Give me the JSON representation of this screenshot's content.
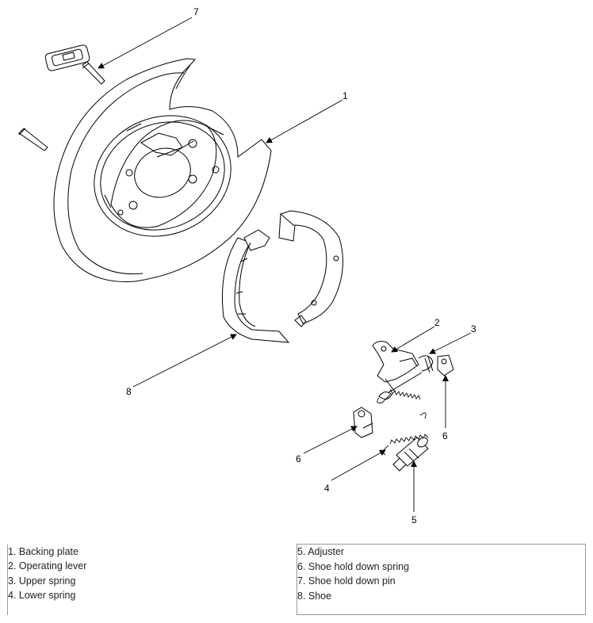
{
  "callouts": {
    "c1": "1",
    "c2": "2",
    "c3": "3",
    "c4": "4",
    "c5": "5",
    "c6a": "6",
    "c6b": "6",
    "c7": "7",
    "c8": "8"
  },
  "legend": {
    "left": [
      "1. Backing plate",
      "2. Operating lever",
      "3. Upper spring",
      "4. Lower spring"
    ],
    "right": [
      "5. Adjuster",
      "6. Shoe hold down spring",
      "7. Shoe hold down pin",
      "8. Shoe"
    ]
  }
}
